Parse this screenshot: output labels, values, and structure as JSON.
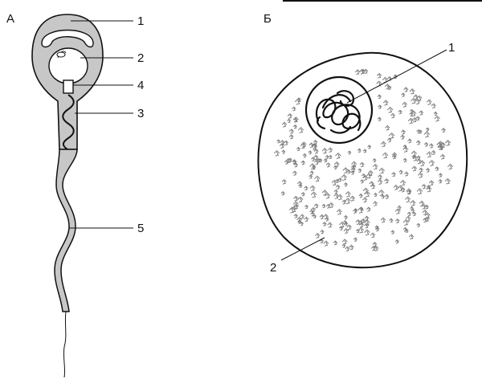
{
  "panel_a": {
    "title": "А",
    "labels": {
      "acrosome": "1",
      "nucleus": "2",
      "midpiece": "3",
      "centriole": "4",
      "tail": "5"
    }
  },
  "panel_b": {
    "title": "Б",
    "labels": {
      "nucleus": "1",
      "cytoplasm_granules": "2"
    }
  },
  "colors": {
    "fill_gray": "#c7c7c7",
    "outline": "#111111",
    "dots": "#7a7a7a"
  }
}
